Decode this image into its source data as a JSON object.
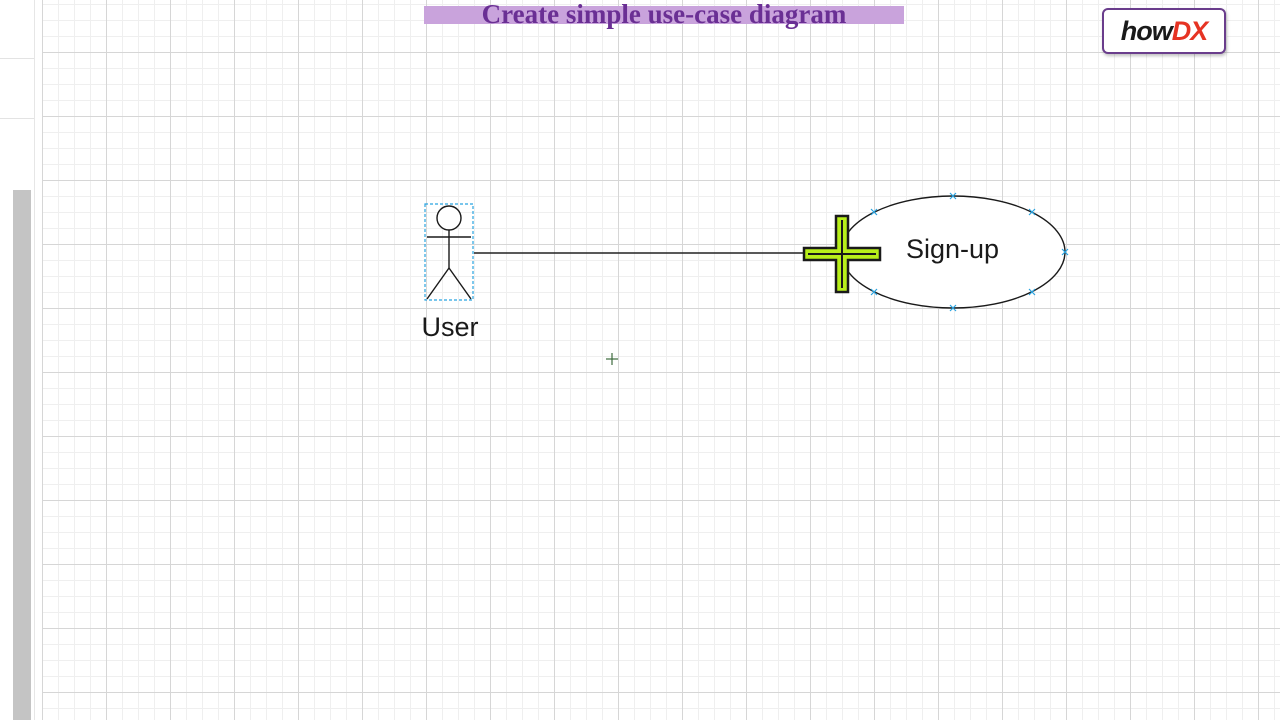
{
  "header": {
    "title": "Create simple use-case diagram",
    "logo": {
      "part1": "how",
      "part2": "DX"
    }
  },
  "diagram": {
    "actor": {
      "label": "User",
      "selected": true
    },
    "use_case": {
      "label": "Sign-up"
    },
    "connector": {
      "from": "User",
      "to": "Sign-up"
    }
  },
  "colors": {
    "title_text": "#6a2f94",
    "title_highlight": "#c9a3dc",
    "logo_border": "#6a3d8c",
    "logo_accent": "#e63323",
    "selection": "#29a3e0",
    "cursor_fill": "#b8ef1a"
  },
  "icons": {
    "move_cursor": "move-cursor-icon",
    "crosshair": "crosshair-icon"
  }
}
